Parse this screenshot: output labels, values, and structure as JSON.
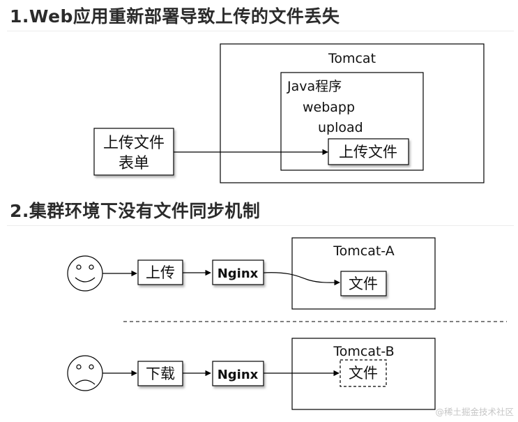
{
  "section1": {
    "title": "1.Web应用重新部署导致上传的文件丢失",
    "upload_form": {
      "line1": "上传文件",
      "line2": "表单"
    },
    "tomcat_label": "Tomcat",
    "java_app": "Java程序",
    "webapp": "webapp",
    "upload_dir": "upload",
    "uploaded_file": "上传文件"
  },
  "section2": {
    "title": "2.集群环境下没有文件同步机制",
    "upload_flow": {
      "action": "上传",
      "proxy": "Nginx",
      "server": "Tomcat-A",
      "file": "文件"
    },
    "download_flow": {
      "action": "下载",
      "proxy": "Nginx",
      "server": "Tomcat-B",
      "file": "文件"
    }
  },
  "watermark": "@稀土掘金技术社区",
  "colors": {
    "box_stroke": "#000000",
    "heading": "#2b2b2b",
    "shadow": "#9e9e9e",
    "watermark": "#c6c6c6"
  },
  "icons": {
    "happy_user": "smiley-face-icon",
    "sad_user": "frowning-face-icon"
  }
}
